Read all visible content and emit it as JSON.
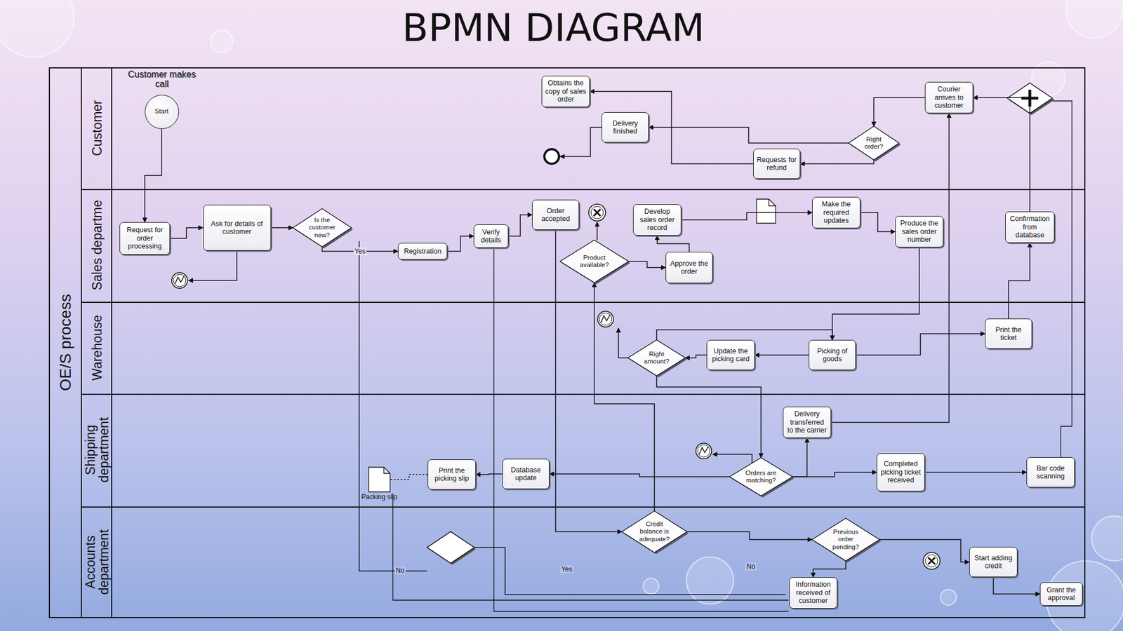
{
  "diagram": {
    "title": "BPMN DIAGRAM",
    "nodes": [
      {
        "text": [
          "OE/S process"
        ]
      },
      {
        "text": [
          "Customer"
        ],
        "in": 0
      },
      {
        "text": [
          "Customer makes call",
          "Start"
        ],
        "in": 1
      },
      {
        "text": [
          "Obtains the copy of sales order"
        ],
        "in": 1
      },
      {
        "text": [
          "Delivery finished"
        ],
        "in": 1
      },
      {
        "text": [
          "Requests for refund"
        ],
        "in": 1
      },
      {
        "text": [
          "Right order?"
        ],
        "in": 1
      },
      {
        "text": [
          "Courier arrives to customer"
        ],
        "in": 1
      },
      {
        "text": [
          "Sales departme"
        ],
        "in": 0
      },
      {
        "text": [
          "Request for order processing"
        ],
        "in": 8
      },
      {
        "text": [
          "Ask for details of customer"
        ],
        "in": 8
      },
      {
        "text": [
          "Is the customer new?"
        ],
        "in": 8
      },
      {
        "text": [
          "Registration"
        ],
        "in": 8
      },
      {
        "text": [
          "Verify details"
        ],
        "in": 8
      },
      {
        "text": [
          "Order accepted"
        ],
        "in": 8
      },
      {
        "text": [
          "Product available?"
        ],
        "in": 8
      },
      {
        "text": [
          "Develop sales order record"
        ],
        "in": 8
      },
      {
        "text": [
          "Approve the order"
        ],
        "in": 8
      },
      {
        "text": [
          "Make the required updates"
        ],
        "in": 8
      },
      {
        "text": [
          "Produce the sales order number"
        ],
        "in": 8
      },
      {
        "text": [
          "Confirmation from database"
        ],
        "in": 8
      },
      {
        "text": [
          "Warehouse"
        ],
        "in": 0
      },
      {
        "text": [
          "Right amount?"
        ],
        "in": 21
      },
      {
        "text": [
          "Update the picking card"
        ],
        "in": 21
      },
      {
        "text": [
          "Picking of goods"
        ],
        "in": 21
      },
      {
        "text": [
          "Print the ticket"
        ],
        "in": 21
      },
      {
        "text": [
          "Shipping department"
        ],
        "in": 0
      },
      {
        "text": [
          "Packing slip"
        ],
        "in": 26
      },
      {
        "text": [
          "Print the picking slip"
        ],
        "in": 26
      },
      {
        "text": [
          "Database update"
        ],
        "in": 26
      },
      {
        "text": [
          "Orders are matching?"
        ],
        "in": 26
      },
      {
        "text": [
          "Delivery transferred to the carrier"
        ],
        "in": 26
      },
      {
        "text": [
          "Completed picking ticket received"
        ],
        "in": 26
      },
      {
        "text": [
          "Bar code scanning"
        ],
        "in": 26
      },
      {
        "text": [
          "Accounts department"
        ],
        "in": 0
      },
      {
        "text": [
          "Credit balance is adequate?"
        ],
        "in": 34
      },
      {
        "text": [
          "Previous order pending?"
        ],
        "in": 34
      },
      {
        "text": [
          "Information received of customer"
        ],
        "in": 34
      },
      {
        "text": [
          "Start adding credit"
        ],
        "in": 34
      },
      {
        "text": [
          "Grant the approval"
        ],
        "in": 34
      }
    ],
    "edges": [
      {
        "from": 2,
        "to": 9,
        "arrow": "to"
      },
      {
        "from": 9,
        "to": 10,
        "arrow": "to"
      },
      {
        "from": 10,
        "to": 11,
        "arrow": "to"
      },
      {
        "from": 11,
        "to": 12,
        "label": "Yes",
        "arrow": "to"
      },
      {
        "from": 12,
        "to": 13,
        "arrow": "to"
      },
      {
        "from": 13,
        "to": 14,
        "arrow": "to"
      },
      {
        "from": 14,
        "to": 35,
        "arrow": "to"
      },
      {
        "from": 35,
        "to": 15,
        "arrow": "to"
      },
      {
        "from": 15,
        "to": 17,
        "arrow": "to"
      },
      {
        "from": 17,
        "to": 16,
        "arrow": "to"
      },
      {
        "from": 16,
        "to": 18,
        "arrow": "to"
      },
      {
        "from": 18,
        "to": 19,
        "arrow": "to"
      },
      {
        "from": 19,
        "to": 24,
        "arrow": "to"
      },
      {
        "from": 24,
        "to": 23,
        "arrow": "to"
      },
      {
        "from": 23,
        "to": 22,
        "arrow": "to"
      },
      {
        "from": 22,
        "to": 24,
        "arrow": "to"
      },
      {
        "from": 22,
        "to": 30,
        "arrow": "to"
      },
      {
        "from": 30,
        "to": 29,
        "arrow": "to"
      },
      {
        "from": 29,
        "to": 28,
        "arrow": "to"
      },
      {
        "from": 28,
        "to": 27,
        "arrow": "none"
      },
      {
        "from": 30,
        "to": 31,
        "arrow": "to"
      },
      {
        "from": 30,
        "to": 32,
        "arrow": "to"
      },
      {
        "from": 32,
        "to": 33,
        "arrow": "to"
      },
      {
        "from": 31,
        "to": 7,
        "arrow": "to"
      },
      {
        "from": 25,
        "to": 20,
        "arrow": "to"
      },
      {
        "from": 7,
        "to": 6,
        "arrow": "to"
      },
      {
        "from": 6,
        "to": 4,
        "arrow": "to"
      },
      {
        "from": 6,
        "to": 5,
        "arrow": "to"
      },
      {
        "from": 5,
        "to": 3,
        "arrow": "to"
      },
      {
        "from": 35,
        "to": 36,
        "arrow": "to"
      },
      {
        "from": 36,
        "to": 38,
        "arrow": "to"
      },
      {
        "from": 38,
        "to": 39,
        "arrow": "to"
      },
      {
        "from": 36,
        "to": 37,
        "arrow": "to"
      },
      {
        "from": 24,
        "to": 25,
        "arrow": "to"
      },
      {
        "from": 20,
        "to": 7,
        "arrow": "to"
      }
    ],
    "labels": [
      "No",
      "Yes",
      "No"
    ]
  }
}
